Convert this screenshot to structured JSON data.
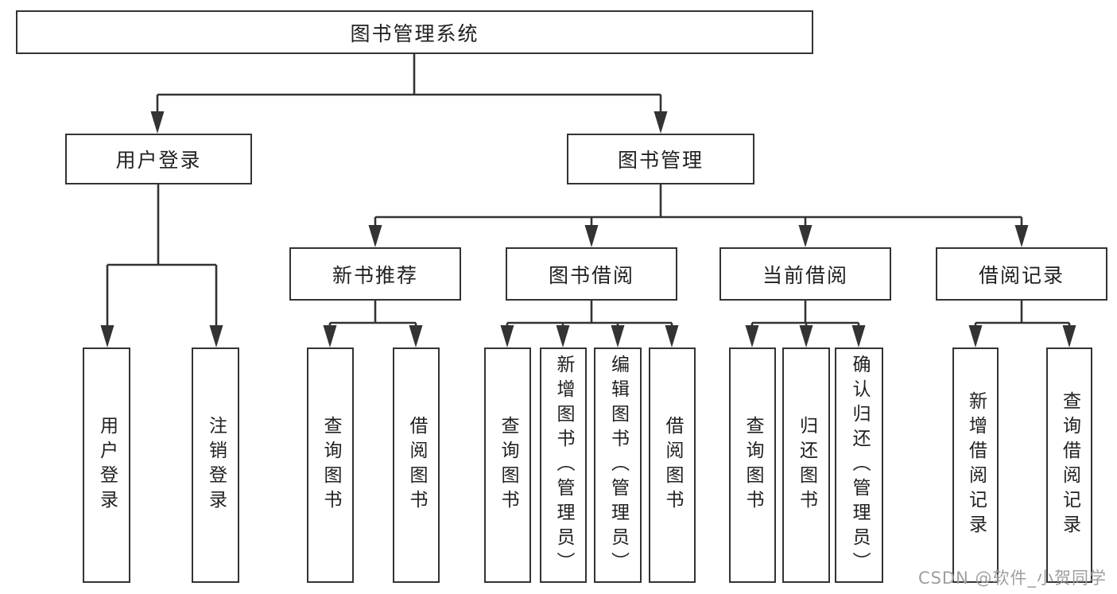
{
  "tree": {
    "label": "图书管理系统",
    "children": [
      {
        "label": "用户登录",
        "children": [
          {
            "label": "用户登录"
          },
          {
            "label": "注销登录"
          }
        ]
      },
      {
        "label": "图书管理",
        "children": [
          {
            "label": "新书推荐",
            "children": [
              {
                "label": "查询图书"
              },
              {
                "label": "借阅图书"
              }
            ]
          },
          {
            "label": "图书借阅",
            "children": [
              {
                "label": "查询图书"
              },
              {
                "label": "新增图书（管理员）"
              },
              {
                "label": "编辑图书（管理员）"
              },
              {
                "label": "借阅图书"
              }
            ]
          },
          {
            "label": "当前借阅",
            "children": [
              {
                "label": "查询图书"
              },
              {
                "label": "归还图书"
              },
              {
                "label": "确认归还（管理员）"
              }
            ]
          },
          {
            "label": "借阅记录",
            "children": [
              {
                "label": "新增借阅记录"
              },
              {
                "label": "查询借阅记录"
              }
            ]
          }
        ]
      }
    ]
  },
  "watermark": "CSDN @软件_小贺同学",
  "colors": {
    "line": "#333333",
    "text": "#212121",
    "watermark": "#9e9e9e",
    "background": "#ffffff"
  }
}
